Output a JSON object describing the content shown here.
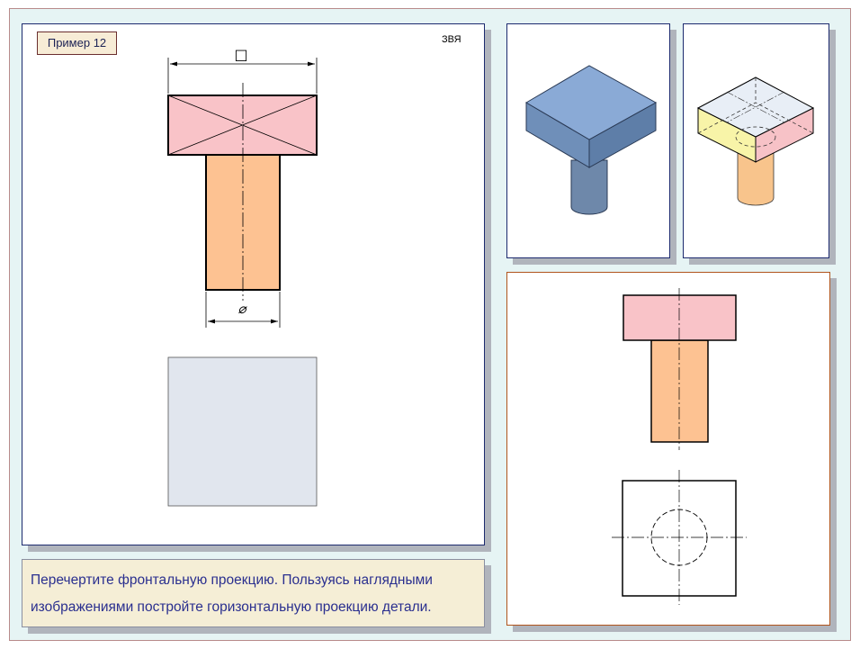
{
  "example": {
    "label": "Пример 12"
  },
  "code": "ЗВЯ",
  "task": {
    "line1": "Перечертите фронтальную проекцию. Пользуясь наглядными",
    "line2": "изображениями постройте горизонтальную проекцию детали."
  },
  "dimensions": {
    "square_symbol": "□",
    "diameter_symbol": "⌀"
  },
  "colors": {
    "head_fill": "#f9c3c8",
    "shaft_fill": "#fdc292",
    "plan_fill": "#e1e6ee",
    "iso_top": "#8aaad6",
    "iso_side_dark": "#5e7ea8",
    "iso_cyl": "#6e88aa",
    "iso2_top": "#e4ebf4",
    "iso2_front": "#f8f4a8",
    "iso2_side": "#f7c2c7",
    "iso2_cyl": "#f8c48c"
  }
}
